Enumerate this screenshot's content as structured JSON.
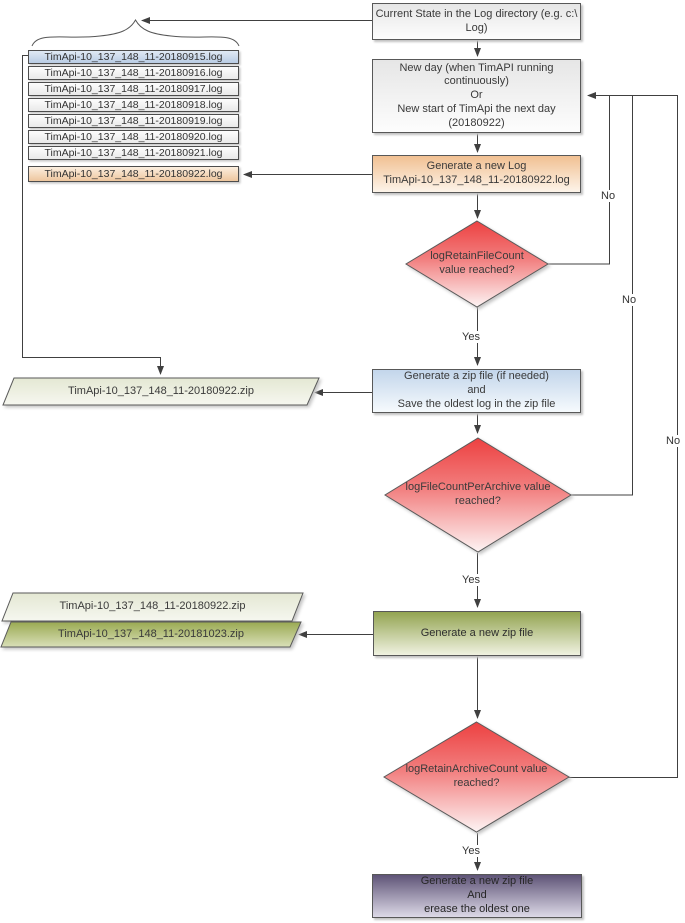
{
  "nodes": {
    "current_state": {
      "label": "Current State in the Log directory (e.g. c:\\\nLog)"
    },
    "new_day": {
      "label": "New day (when TimAPI running\ncontinuously)\nOr\nNew start of TimApi the next day\n(20180922)"
    },
    "generate_log": {
      "label": "Generate a new Log\nTimApi-10_137_148_11-20180922.log"
    },
    "decision_retain_file": {
      "label": "logRetainFileCount\nvalue reached?"
    },
    "generate_zip": {
      "label": "Generate a zip file (if needed)\nand\nSave the oldest log in the zip file"
    },
    "decision_file_count_per_archive": {
      "label": "logFileCountPerArchive value\nreached?"
    },
    "generate_new_zip": {
      "label": "Generate a new zip file"
    },
    "decision_retain_archive": {
      "label": "logRetainArchiveCount value\nreached?"
    },
    "generate_zip_erase": {
      "label": "Generate a new zip file\nAnd\nerease the oldest one"
    }
  },
  "log_files": [
    "TimApi-10_137_148_11-20180915.log",
    "TimApi-10_137_148_11-20180916.log",
    "TimApi-10_137_148_11-20180917.log",
    "TimApi-10_137_148_11-20180918.log",
    "TimApi-10_137_148_11-20180919.log",
    "TimApi-10_137_148_11-20180920.log",
    "TimApi-10_137_148_11-20180921.log"
  ],
  "new_log_file": "TimApi-10_137_148_11-20180922.log",
  "zip_files": {
    "first": "TimApi-10_137_148_11-20180922.zip",
    "stack_top": "TimApi-10_137_148_11-20180922.zip",
    "stack_bottom": "TimApi-10_137_148_11-20181023.zip"
  },
  "labels": {
    "yes": "Yes",
    "no": "No"
  },
  "colors": {
    "decision_red_top": "#ed4343",
    "decision_red_bottom": "#fcf4f4",
    "process_orange": "#f1c092",
    "process_blue": "#c3d6eb",
    "process_green": "#93a451",
    "process_purple": "#5f5477",
    "zip_light": "#e4e8d3",
    "zip_dark_green": "#9aaa52",
    "log_highlight_blue": "#b9cce4",
    "log_new_orange": "#eec69e",
    "connector": "#404040"
  }
}
